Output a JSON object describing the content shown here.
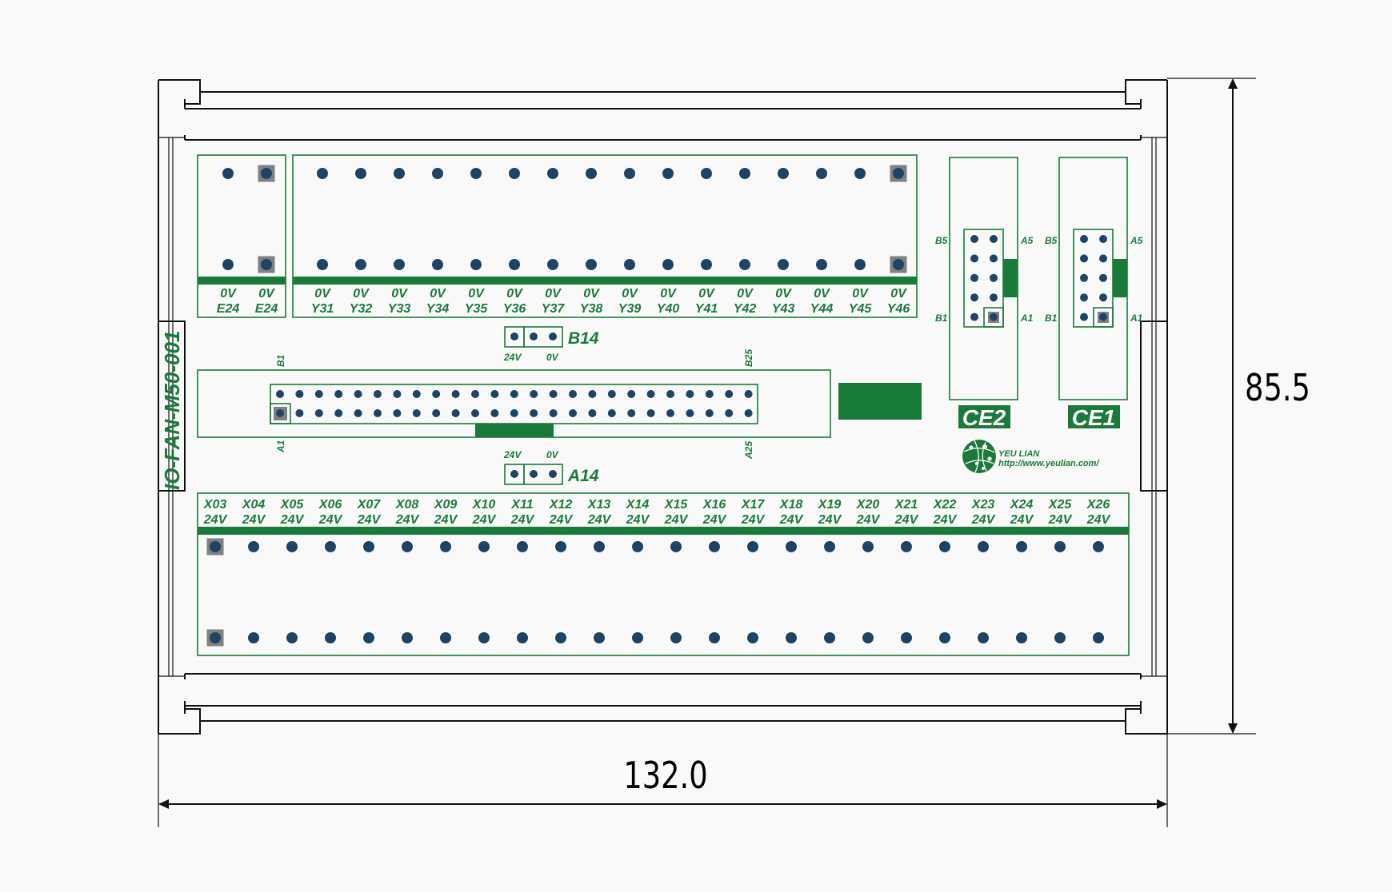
{
  "board": {
    "model": "IO-FAN-M50-001",
    "brand_name": "YEU LIAN",
    "brand_url": "http://www.yeulian.com/",
    "accent_color": "#1a7a3a",
    "pin_color": "#1d4466",
    "pad_color": "#808080"
  },
  "dimensions": {
    "width_label": "132.0",
    "height_label": "85.5"
  },
  "top_terminals": {
    "group_e": [
      {
        "top": "0V",
        "bottom": "E24"
      },
      {
        "top": "0V",
        "bottom": "E24"
      }
    ],
    "group_y": [
      {
        "top": "0V",
        "bottom": "Y31"
      },
      {
        "top": "0V",
        "bottom": "Y32"
      },
      {
        "top": "0V",
        "bottom": "Y33"
      },
      {
        "top": "0V",
        "bottom": "Y34"
      },
      {
        "top": "0V",
        "bottom": "Y35"
      },
      {
        "top": "0V",
        "bottom": "Y36"
      },
      {
        "top": "0V",
        "bottom": "Y37"
      },
      {
        "top": "0V",
        "bottom": "Y38"
      },
      {
        "top": "0V",
        "bottom": "Y39"
      },
      {
        "top": "0V",
        "bottom": "Y40"
      },
      {
        "top": "0V",
        "bottom": "Y41"
      },
      {
        "top": "0V",
        "bottom": "Y42"
      },
      {
        "top": "0V",
        "bottom": "Y43"
      },
      {
        "top": "0V",
        "bottom": "Y44"
      },
      {
        "top": "0V",
        "bottom": "Y45"
      },
      {
        "top": "0V",
        "bottom": "Y46"
      }
    ]
  },
  "bottom_terminals": [
    {
      "top": "X03",
      "bottom": "24V"
    },
    {
      "top": "X04",
      "bottom": "24V"
    },
    {
      "top": "X05",
      "bottom": "24V"
    },
    {
      "top": "X06",
      "bottom": "24V"
    },
    {
      "top": "X07",
      "bottom": "24V"
    },
    {
      "top": "X08",
      "bottom": "24V"
    },
    {
      "top": "X09",
      "bottom": "24V"
    },
    {
      "top": "X10",
      "bottom": "24V"
    },
    {
      "top": "X11",
      "bottom": "24V"
    },
    {
      "top": "X12",
      "bottom": "24V"
    },
    {
      "top": "X13",
      "bottom": "24V"
    },
    {
      "top": "X14",
      "bottom": "24V"
    },
    {
      "top": "X15",
      "bottom": "24V"
    },
    {
      "top": "X16",
      "bottom": "24V"
    },
    {
      "top": "X17",
      "bottom": "24V"
    },
    {
      "top": "X18",
      "bottom": "24V"
    },
    {
      "top": "X19",
      "bottom": "24V"
    },
    {
      "top": "X20",
      "bottom": "24V"
    },
    {
      "top": "X21",
      "bottom": "24V"
    },
    {
      "top": "X22",
      "bottom": "24V"
    },
    {
      "top": "X23",
      "bottom": "24V"
    },
    {
      "top": "X24",
      "bottom": "24V"
    },
    {
      "top": "X25",
      "bottom": "24V"
    },
    {
      "top": "X26",
      "bottom": "24V"
    }
  ],
  "jumpers": {
    "b14": {
      "name": "B14",
      "left_label": "24V",
      "right_label": "0V"
    },
    "a14": {
      "name": "A14",
      "left_label": "24V",
      "right_label": "0V"
    }
  },
  "main_connector": {
    "pins_per_row": 25,
    "label_b1": "B1",
    "label_b25": "B25",
    "label_a1": "A1",
    "label_a25": "A25"
  },
  "ce_connectors": [
    {
      "name": "CE2",
      "b5": "B5",
      "a5": "A5",
      "b1": "B1",
      "a1": "A1",
      "pins_per_col": 5
    },
    {
      "name": "CE1",
      "b5": "B5",
      "a5": "A5",
      "b1": "B1",
      "a1": "A1",
      "pins_per_col": 5
    }
  ]
}
